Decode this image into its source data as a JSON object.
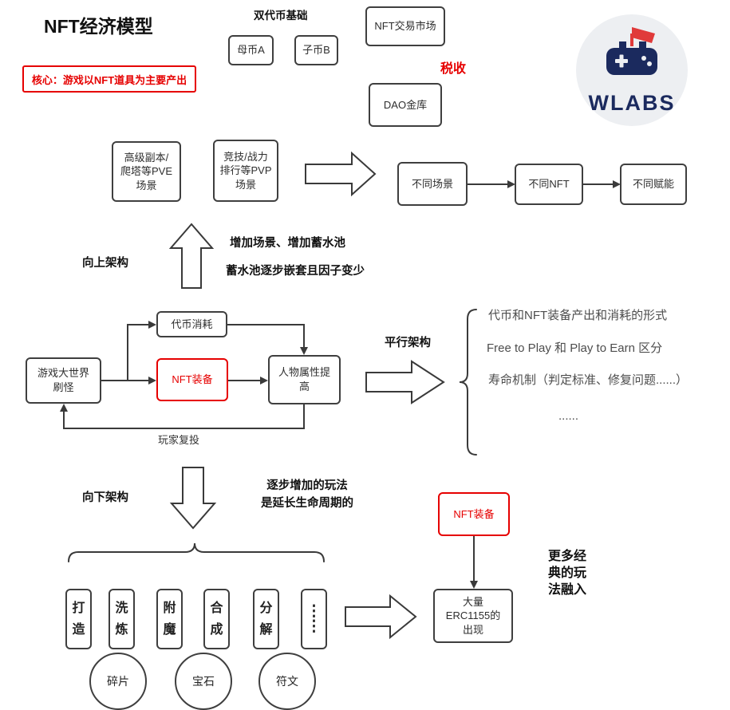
{
  "colors": {
    "accent_red": "#e60000",
    "line_dark": "#3a3a3a",
    "logo_navy": "#1b2a5e",
    "logo_circle_bg": "#edeff2"
  },
  "header": {
    "title": "NFT经济模型",
    "core_note": "核心：游戏以NFT道具为主要产出"
  },
  "dual_token": {
    "label": "双代币基础",
    "mother": "母币A",
    "child": "子币B"
  },
  "market": {
    "nft_market": "NFT交易市场",
    "tax": "税收",
    "dao": "DAO金库"
  },
  "logo": {
    "text": "WLABS"
  },
  "upper": {
    "pve": "高级副本/\n爬塔等PVE\n场景",
    "pvp": "竞技/战力\n排行等PVP\n场景",
    "chain": [
      "不同场景",
      "不同NFT",
      "不同赋能"
    ],
    "direction_label": "向上架构",
    "note1": "增加场景、增加蓄水池",
    "note2": "蓄水池逐步嵌套且因子变少"
  },
  "core_loop": {
    "world": "游戏大世界\n刷怪",
    "token_burn": "代币消耗",
    "nft_gear": "NFT装备",
    "attribute_up": "人物属性提\n高",
    "reinvest": "玩家复投",
    "parallel_label": "平行架构",
    "notes": [
      "代币和NFT装备产出和消耗的形式",
      "Free to Play 和  Play to Earn 区分",
      "寿命机制（判定标准、修复问题......）",
      "......"
    ]
  },
  "lower": {
    "direction_label": "向下架构",
    "note": "逐步增加的玩法\n是延长生命周期的",
    "nft_gear": "NFT装备",
    "gameplay": [
      "打\n造",
      "洗\n炼",
      "附\n魔",
      "合\n成",
      "分\n解",
      "⋮\n⋮"
    ],
    "materials": [
      "碎片",
      "宝石",
      "符文"
    ],
    "erc": "大量\nERC1155的\n出现",
    "more": "更多经\n典的玩\n法融入"
  }
}
